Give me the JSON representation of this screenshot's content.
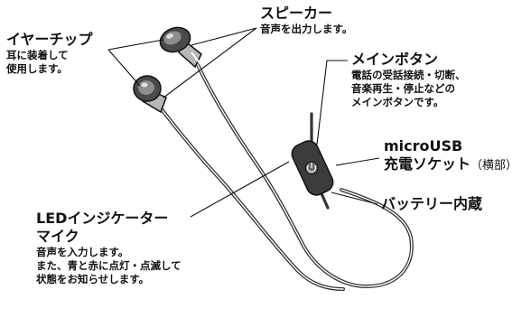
{
  "labels": {
    "eartip": {
      "title": "イヤーチップ",
      "desc": [
        "耳に装着して",
        "使用します。"
      ]
    },
    "speaker": {
      "title": "スピーカー",
      "desc": [
        "音声を出力します。"
      ]
    },
    "main_button": {
      "title": "メインボタン",
      "desc": [
        "電話の受話接続・切断、",
        "音楽再生・停止などの",
        "メインボタンです。"
      ]
    },
    "usb": {
      "title": "microUSB",
      "title2": "充電ソケット",
      "suffix": "（横部）"
    },
    "battery": {
      "title": "バッテリー内蔵"
    },
    "led_mic": {
      "title": "LEDインジケーター",
      "title2": "マイク",
      "desc": [
        "音声を入力します。",
        "また、青と赤に点灯・点滅して",
        "状態をお知らせします。"
      ]
    }
  }
}
